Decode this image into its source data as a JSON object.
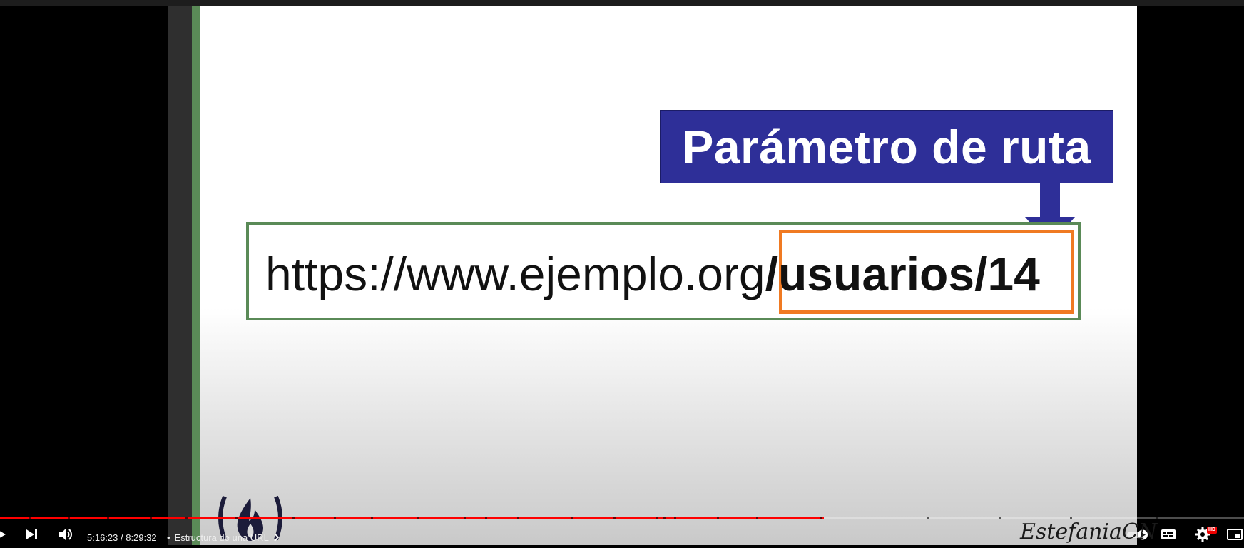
{
  "slide": {
    "callout_label": "Parámetro de ruta",
    "url_base": "https://www.ejemplo.org",
    "url_path": "/usuarios/14",
    "watermark": "EstefaniaCN"
  },
  "player": {
    "current_time": "5:16:23",
    "separator": " / ",
    "duration": "8:29:32",
    "chapter_title": "Estructura de una URL",
    "progress_fraction": 0.662,
    "hd_badge": "HD"
  },
  "icons": {
    "play": "play-icon",
    "next": "next-icon",
    "volume": "volume-icon",
    "chapter_chevron": "chevron-right-icon",
    "autoplay": "autoplay-toggle-icon",
    "subtitles": "subtitles-icon",
    "settings": "gear-icon",
    "miniplayer": "miniplayer-icon",
    "logo": "fire-logo-icon"
  },
  "colors": {
    "callout_bg": "#2e2f98",
    "url_border": "#5a8a57",
    "path_highlight": "#f07a22",
    "progress": "#ff0000"
  }
}
